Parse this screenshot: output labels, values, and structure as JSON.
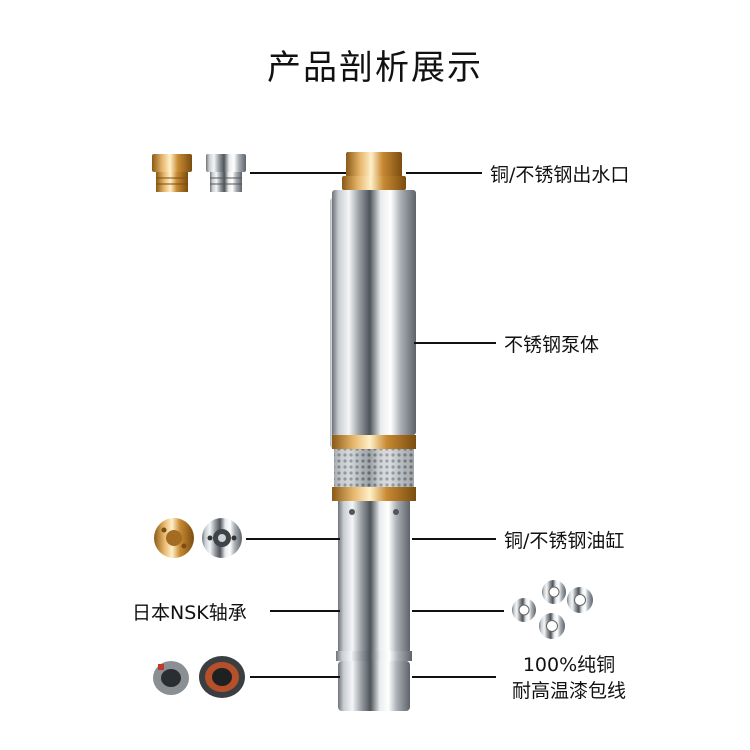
{
  "title": "产品剖析展示",
  "labels": {
    "outlet": "铜/不锈钢出水口",
    "body": "不锈钢泵体",
    "cylinder": "铜/不锈钢油缸",
    "bearing": "日本NSK轴承",
    "copper_line1": "100%纯铜",
    "copper_line2": "耐高温漆包线"
  }
}
